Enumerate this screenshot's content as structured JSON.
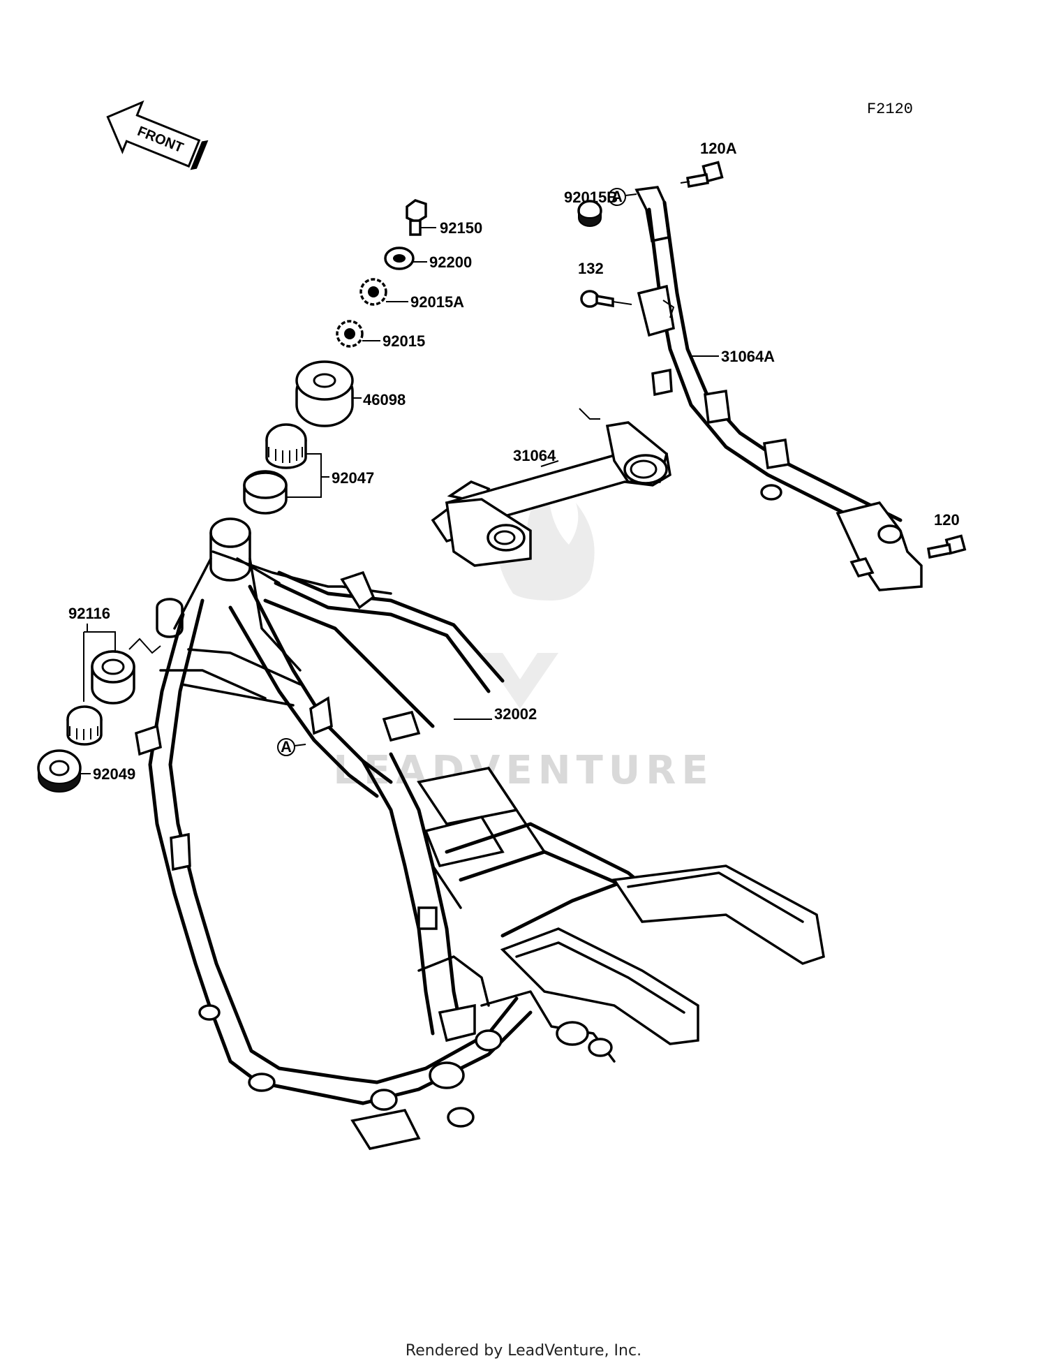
{
  "figure_code": "F2120",
  "direction_label": "FRONT",
  "ref_marker": "A",
  "watermark": "LEADVENTURE",
  "footer": "Rendered by LeadVenture, Inc.",
  "parts": {
    "p92150": "92150",
    "p92200": "92200",
    "p92015A": "92015A",
    "p92015": "92015",
    "p46098": "46098",
    "p92047": "92047",
    "p92116": "92116",
    "p92049": "92049",
    "p32002": "32002",
    "p31064": "31064",
    "p31064A": "31064A",
    "p120A": "120A",
    "p92015B": "92015B",
    "p132": "132",
    "p120": "120"
  }
}
